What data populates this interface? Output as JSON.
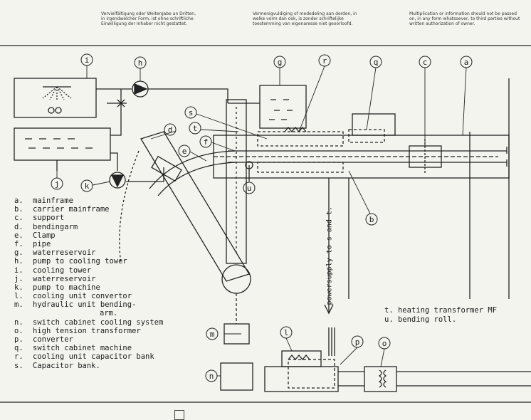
{
  "header": {
    "de": [
      "Vervielfältigung oder Weitergabe an Dritten,",
      "in irgendwelcher Form, ist ohne schriftliche",
      "Einwilligung der Inhaber nicht gestattet."
    ],
    "nl": [
      "Vermenigvuldiging of mededeling aan derden, in",
      "welke vorm dan ook, is zonder schriftelijke",
      "toestemming van eigenaresse niet geoorloofd."
    ],
    "en": [
      "Multiplication or information should not be passed",
      "on, in any form whatsoever, to third parties without",
      "written authorization of owner."
    ]
  },
  "callouts": [
    "i",
    "h",
    "g",
    "r",
    "q",
    "c",
    "a",
    "s",
    "t",
    "d",
    "f",
    "e",
    "u",
    "b",
    "j",
    "k",
    "m",
    "l",
    "p",
    "o",
    "n"
  ],
  "legend": [
    {
      "key": "a.",
      "text": "mainframe"
    },
    {
      "key": "b.",
      "text": "carrier mainframe"
    },
    {
      "key": "c.",
      "text": "support"
    },
    {
      "key": "d.",
      "text": "bendingarm"
    },
    {
      "key": "e.",
      "text": "Clamp"
    },
    {
      "key": "f.",
      "text": "pipe"
    },
    {
      "key": "g.",
      "text": "waterreservoir"
    },
    {
      "key": "h.",
      "text": "pump to cooling tower"
    },
    {
      "key": "i.",
      "text": "cooling tower"
    },
    {
      "key": "j.",
      "text": "waterreservoir"
    },
    {
      "key": "k.",
      "text": "pump to machine"
    },
    {
      "key": "l.",
      "text": "cooling unit convertor"
    },
    {
      "key": "m.",
      "text": "hydraulic unit bending-"
    },
    {
      "key": "",
      "text": "arm."
    },
    {
      "key": "n.",
      "text": "switch cabinet cooling system"
    },
    {
      "key": "o.",
      "text": "high tension transformer"
    },
    {
      "key": "p.",
      "text": "converter"
    },
    {
      "key": "q.",
      "text": "switch cabinet machine"
    },
    {
      "key": "r.",
      "text": "cooling unit capacitor bank"
    },
    {
      "key": "s.",
      "text": "Capacitor bank."
    }
  ],
  "notes": {
    "t": "t. heating transformer MF",
    "u": "u. bending roll."
  },
  "vertical_label": "powersupply to s and t."
}
